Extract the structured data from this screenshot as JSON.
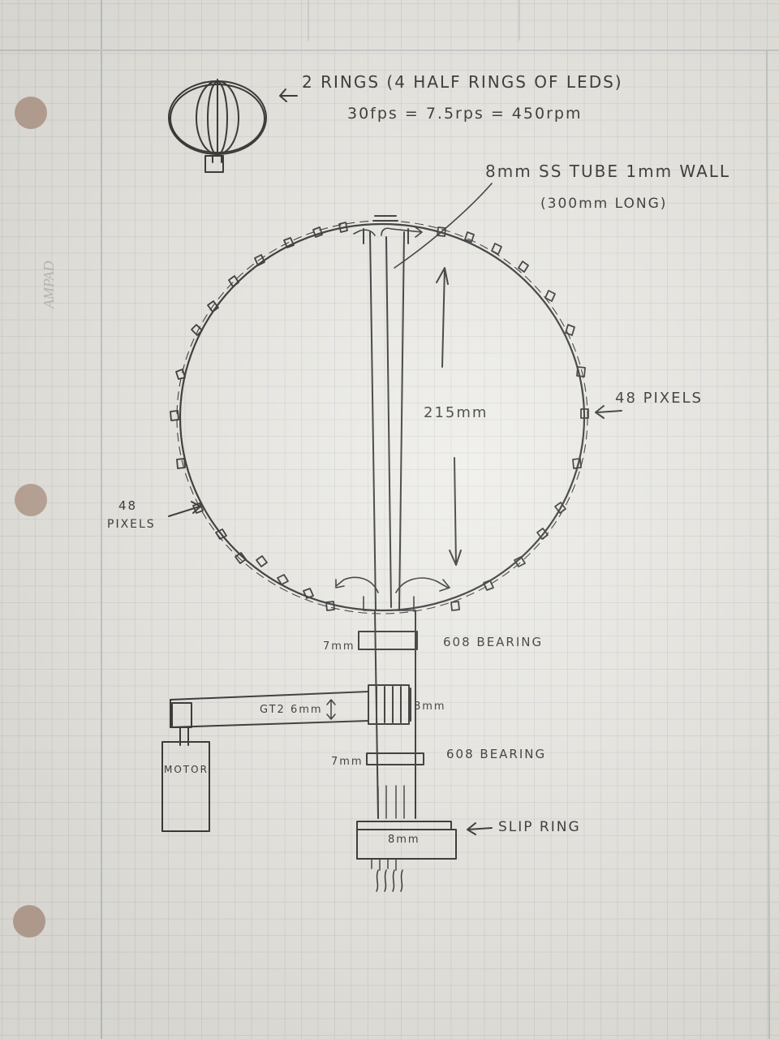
{
  "brand": "AMPAD",
  "notes": {
    "rings_line1": "2 RINGS (4 HALF RINGS OF LEDS)",
    "rings_line2": "30fps = 7.5rps = 450rpm",
    "tube_line1": "8mm SS TUBE 1mm WALL",
    "tube_line2": "(300mm LONG)",
    "height": "215mm",
    "pixels_right": "48 PIXELS",
    "pixels_left_1": "48",
    "pixels_left_2": "PIXELS",
    "bearing_top_size": "7mm",
    "bearing_top_label": "608 BEARING",
    "belt_label": "GT2 6mm",
    "pulley_size": "8mm",
    "bearing_bottom_size": "7mm",
    "bearing_bottom_label": "608 BEARING",
    "motor_label": "MOTOR",
    "slip_ring_size": "8mm",
    "slip_ring_label": "SLIP RING"
  },
  "colors": {
    "ink": "#1d1d1d",
    "paper": "#ecebe6",
    "grid": "#9aa7af",
    "margin": "#b7c6d4"
  }
}
